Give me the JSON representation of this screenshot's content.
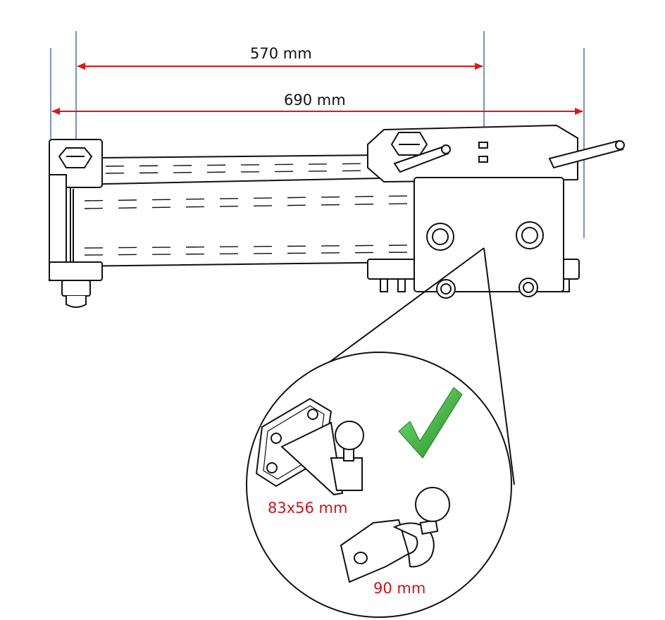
{
  "dimensions": {
    "inner": "570 mm",
    "outer": "690 mm"
  },
  "detail": {
    "flange_ball_label": "83x56 mm",
    "swan_neck_label": "90 mm"
  },
  "colors": {
    "dimension_arrow": "#e0141b",
    "guide_line": "#2e5a9a",
    "label_red": "#c8141b",
    "check_green": "#2fae2f",
    "outline": "#111111"
  },
  "icons": {
    "check": "check-icon"
  }
}
